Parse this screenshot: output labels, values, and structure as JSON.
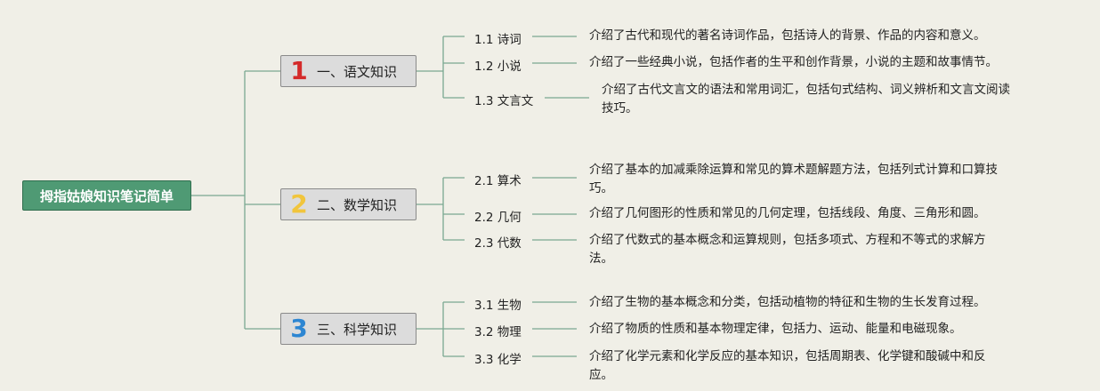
{
  "root": {
    "title": "拇指姑娘知识笔记简单"
  },
  "branches": [
    {
      "number": "1",
      "color": "#d42a2a",
      "label": "一、语文知识",
      "children": [
        {
          "label": "1.1 诗词",
          "desc": "介绍了古代和现代的著名诗词作品，包括诗人的背景、作品的内容和意义。"
        },
        {
          "label": "1.2 小说",
          "desc": "介绍了一些经典小说，包括作者的生平和创作背景，小说的主题和故事情节。"
        },
        {
          "label": "1.3 文言文",
          "desc": "介绍了古代文言文的语法和常用词汇，包括句式结构、词义辨析和文言文阅读技巧。"
        }
      ]
    },
    {
      "number": "2",
      "color": "#f1c53c",
      "label": "二、数学知识",
      "children": [
        {
          "label": "2.1 算术",
          "desc": "介绍了基本的加减乘除运算和常见的算术题解题方法，包括列式计算和口算技巧。"
        },
        {
          "label": "2.2 几何",
          "desc": "介绍了几何图形的性质和常见的几何定理，包括线段、角度、三角形和圆。"
        },
        {
          "label": "2.3 代数",
          "desc": "介绍了代数式的基本概念和运算规则，包括多项式、方程和不等式的求解方法。"
        }
      ]
    },
    {
      "number": "3",
      "color": "#2d86d2",
      "label": "三、科学知识",
      "children": [
        {
          "label": "3.1 生物",
          "desc": "介绍了生物的基本概念和分类，包括动植物的特征和生物的生长发育过程。"
        },
        {
          "label": "3.2 物理",
          "desc": "介绍了物质的性质和基本物理定律，包括力、运动、能量和电磁现象。"
        },
        {
          "label": "3.3 化学",
          "desc": "介绍了化学元素和化学反应的基本知识，包括周期表、化学键和酸碱中和反应。"
        }
      ]
    }
  ]
}
